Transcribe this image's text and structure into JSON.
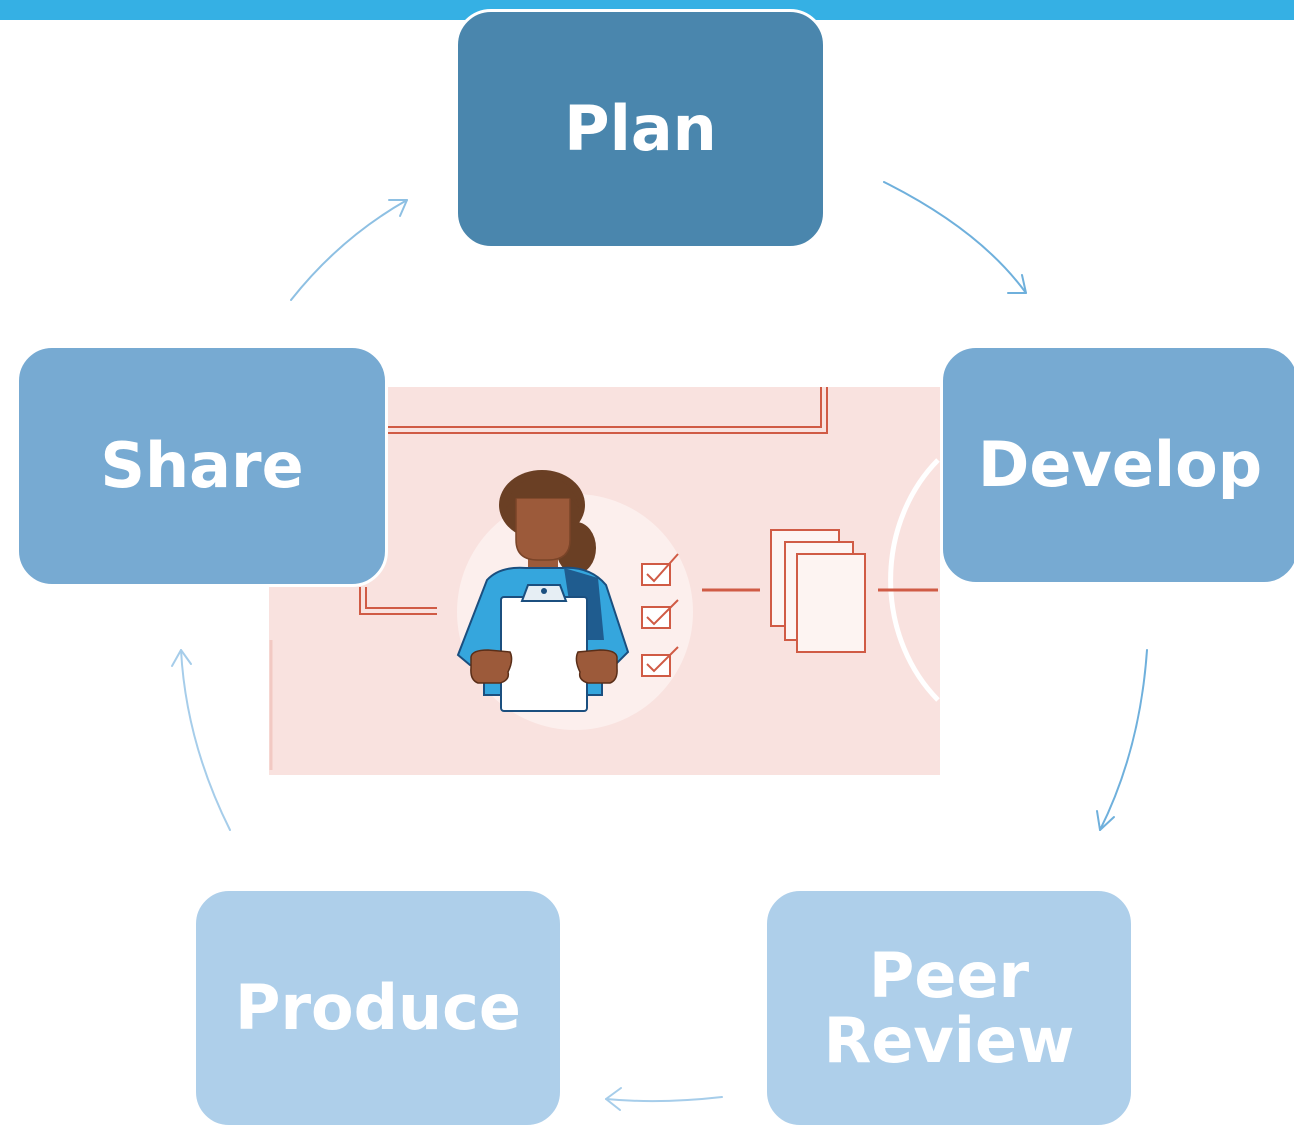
{
  "diagram": {
    "nodes": [
      {
        "id": "plan",
        "label": "Plan"
      },
      {
        "id": "develop",
        "label": "Develop"
      },
      {
        "id": "peer_review",
        "label": "Peer\nReview"
      },
      {
        "id": "produce",
        "label": "Produce"
      },
      {
        "id": "share",
        "label": "Share"
      }
    ],
    "edges": [
      {
        "from": "plan",
        "to": "develop"
      },
      {
        "from": "develop",
        "to": "peer_review"
      },
      {
        "from": "peer_review",
        "to": "produce"
      },
      {
        "from": "produce",
        "to": "share"
      },
      {
        "from": "share",
        "to": "plan"
      }
    ]
  },
  "colors": {
    "header_bar": "#35b0e4",
    "plan": "#4a86ad",
    "develop": "#77aad2",
    "share": "#77aad2",
    "peer_review": "#aecfea",
    "produce": "#aecfea",
    "arrow": "#6fb0dc",
    "illustration_bg": "#f9e2df",
    "illustration_line": "#d05b45"
  },
  "illustration": {
    "icon": "person-with-clipboard-icon",
    "checklist_icon": "checkbox-checked-icon",
    "documents_icon": "document-stack-icon"
  }
}
